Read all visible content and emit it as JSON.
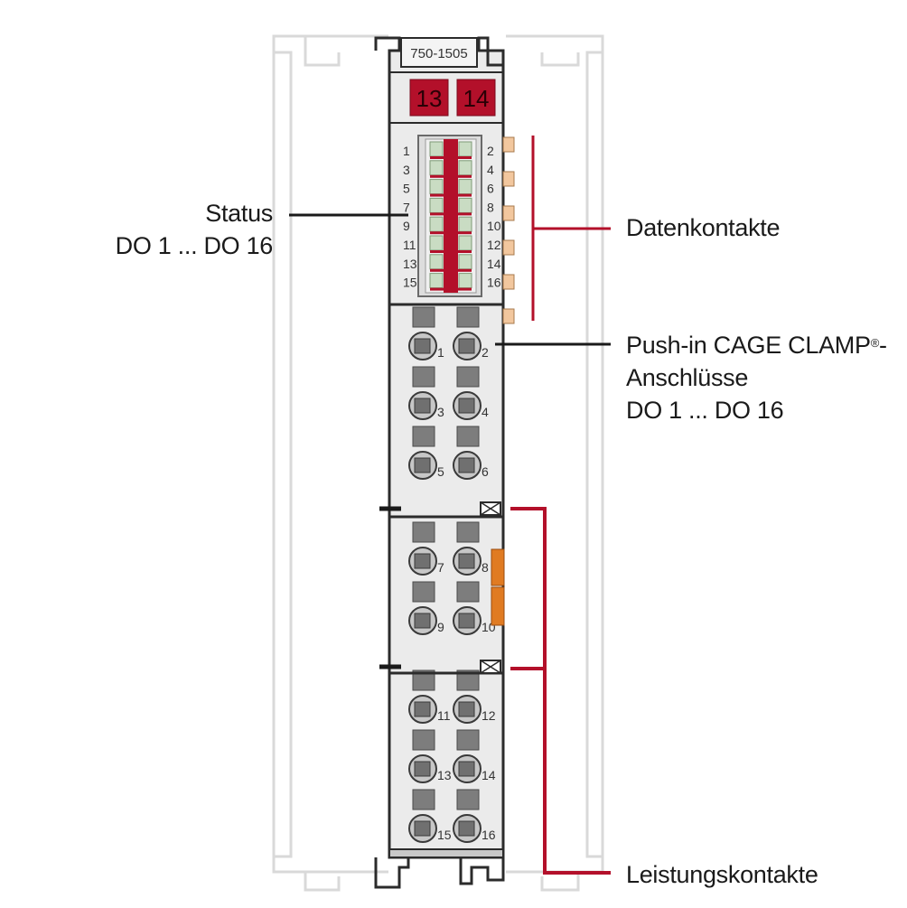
{
  "module": {
    "part_number": "750-1505",
    "marker_left": "13",
    "marker_right": "14"
  },
  "led_numbers": {
    "left": [
      "1",
      "3",
      "5",
      "7",
      "9",
      "11",
      "13",
      "15"
    ],
    "right": [
      "2",
      "4",
      "6",
      "8",
      "10",
      "12",
      "14",
      "16"
    ]
  },
  "clamp_numbers": [
    "1",
    "2",
    "3",
    "4",
    "5",
    "6",
    "7",
    "8",
    "9",
    "10",
    "11",
    "12",
    "13",
    "14",
    "15",
    "16"
  ],
  "labels": {
    "status_line1": "Status",
    "status_line2": "DO 1 ... DO 16",
    "data_contacts": "Datenkontakte",
    "pushin_line1": "Push-in CAGE CLAMP",
    "pushin_reg": "®",
    "pushin_dash": "-",
    "pushin_line2": "Anschlüsse",
    "pushin_line3": "DO 1 ... DO 16",
    "power_contacts": "Leistungskontakte"
  },
  "colors": {
    "module_body": "#ebebeb",
    "outline": "#2b2b2b",
    "accent_red": "#b3102a",
    "led_green": "#c9dcc3",
    "data_contact": "#f2c79e",
    "power_contact": "#e07b22",
    "ghost_outline": "#d9d9d9"
  }
}
